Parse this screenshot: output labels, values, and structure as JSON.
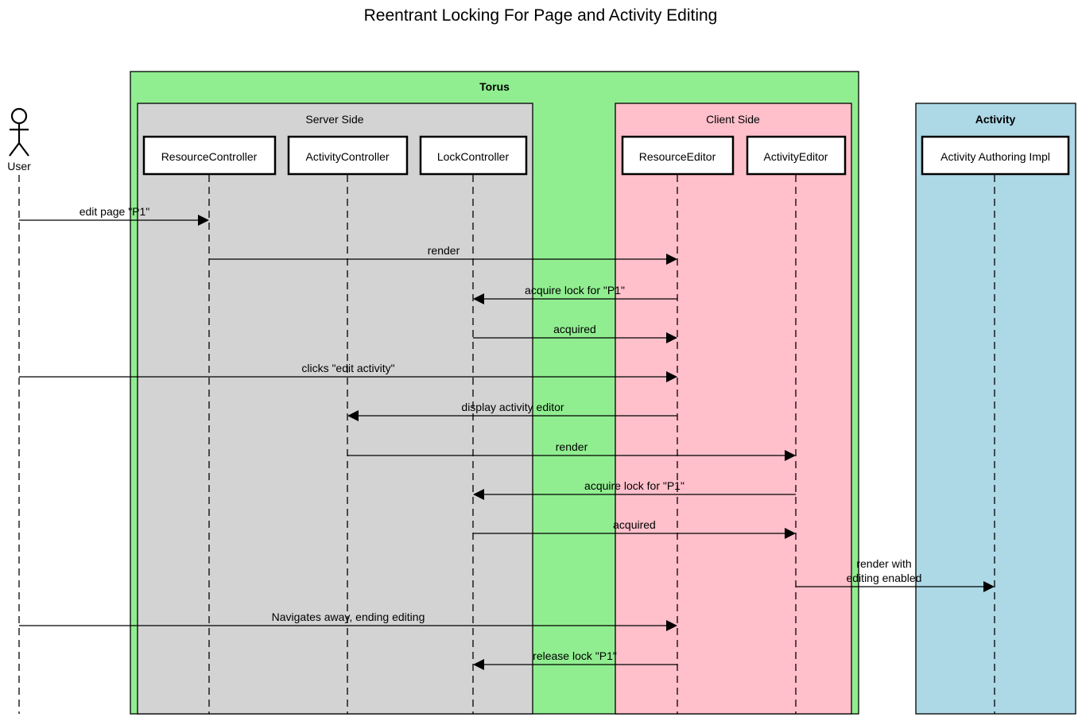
{
  "title": "Reentrant Locking For Page and Activity Editing",
  "colors": {
    "torus": "#90ee90",
    "server_side": "#d3d3d3",
    "client_side": "#ffc0cb",
    "activity": "#add8e6",
    "line": "#000000"
  },
  "groups": {
    "torus": {
      "label": "Torus"
    },
    "server": {
      "label": "Server Side"
    },
    "client": {
      "label": "Client Side"
    },
    "activity": {
      "label": "Activity"
    }
  },
  "actor": {
    "label": "User",
    "icon": "stick-figure-icon"
  },
  "participants": [
    {
      "id": "rc",
      "label": "ResourceController"
    },
    {
      "id": "ac",
      "label": "ActivityController"
    },
    {
      "id": "lc",
      "label": "LockController"
    },
    {
      "id": "re",
      "label": "ResourceEditor"
    },
    {
      "id": "ae",
      "label": "ActivityEditor"
    },
    {
      "id": "ai",
      "label": "Activity Authoring Impl"
    }
  ],
  "messages": [
    {
      "from": "user",
      "to": "rc",
      "lines": [
        "edit page \"P1\""
      ]
    },
    {
      "from": "rc",
      "to": "re",
      "lines": [
        "render"
      ]
    },
    {
      "from": "re",
      "to": "lc",
      "lines": [
        "acquire lock for \"P1\""
      ]
    },
    {
      "from": "lc",
      "to": "re",
      "lines": [
        "acquired"
      ]
    },
    {
      "from": "user",
      "to": "re",
      "lines": [
        "clicks \"edit activity\""
      ]
    },
    {
      "from": "re",
      "to": "ac",
      "lines": [
        "display activity editor"
      ]
    },
    {
      "from": "ac",
      "to": "ae",
      "lines": [
        "render"
      ]
    },
    {
      "from": "ae",
      "to": "lc",
      "lines": [
        "acquire lock for \"P1\""
      ]
    },
    {
      "from": "lc",
      "to": "ae",
      "lines": [
        "acquired"
      ]
    },
    {
      "from": "ae",
      "to": "ai",
      "lines": [
        "render with",
        "editing enabled"
      ]
    },
    {
      "from": "user",
      "to": "re",
      "lines": [
        "Navigates away, ending editing"
      ]
    },
    {
      "from": "re",
      "to": "lc",
      "lines": [
        "release lock \"P1\""
      ]
    }
  ]
}
